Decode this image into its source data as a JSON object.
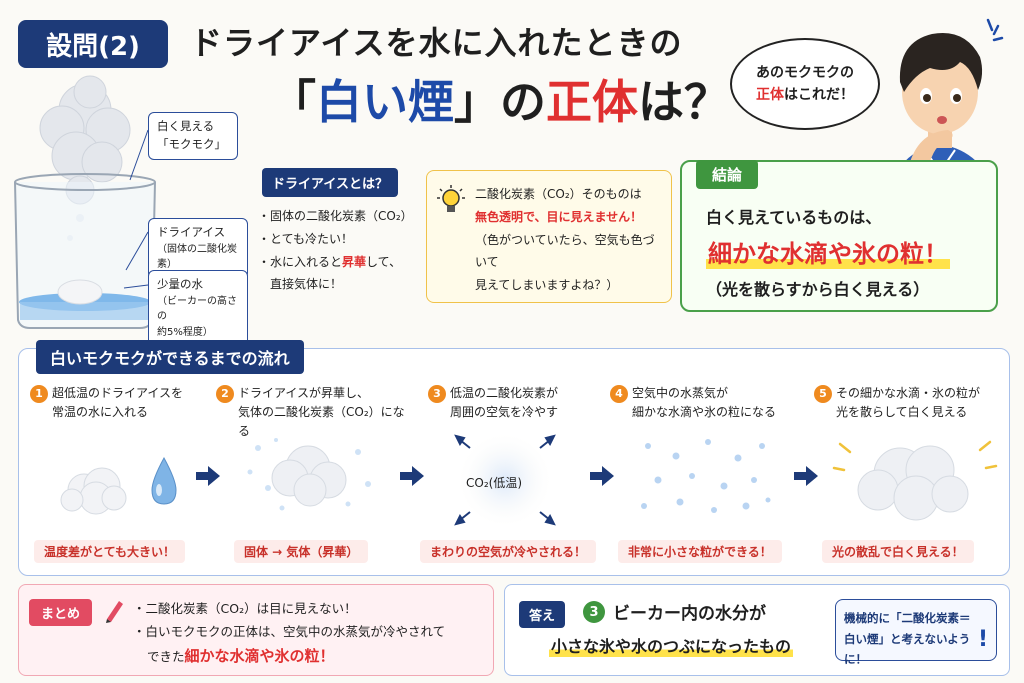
{
  "header": {
    "badge": "設問(2)",
    "title_line1": "ドライアイスを水に入れたときの",
    "title_q_open": "「",
    "title_q_word": "白い煙",
    "title_q_close": "」の",
    "title_red": "正体",
    "title_end": "は？"
  },
  "bubble": {
    "line1": "あのモクモクの",
    "line2_red": "正体",
    "line2_rest": "はこれだ！"
  },
  "beaker": {
    "callout1_line1": "白く見える",
    "callout1_line2": "「モクモク」",
    "callout2_line1": "ドライアイス",
    "callout2_line2": "（固体の二酸化炭素）",
    "callout3_line1": "少量の水",
    "callout3_line2": "（ビーカーの高さの",
    "callout3_line3": "約5%程度）"
  },
  "dry_ice": {
    "title": "ドライアイスとは？",
    "item1": "固体の二酸化炭素（CO₂）",
    "item2": "とても冷たい！",
    "item3_pre": "水に入れると",
    "item3_red": "昇華",
    "item3_post": "して、",
    "item3_line2": "直接気体に！"
  },
  "info": {
    "line1": "二酸化炭素（CO₂）そのものは",
    "line2_red": "無色透明で、目に見えません！",
    "line3": "（色がついていたら、空気も色づいて",
    "line4": "見えてしまいますよね？）"
  },
  "conclusion": {
    "badge": "結論",
    "line1": "白く見えているものは、",
    "line2": "細かな水滴や氷の粒！",
    "line3": "（光を散らすから白く見える）"
  },
  "flow": {
    "title": "白いモクモクができるまでの流れ",
    "steps": [
      {
        "num": "1",
        "line1": "超低温のドライアイスを",
        "line2": "常温の水に入れる",
        "pill": "温度差がとても大きい！"
      },
      {
        "num": "2",
        "line1": "ドライアイスが昇華し、",
        "line2": "気体の二酸化炭素（CO₂）になる",
        "pill": "固体 → 気体（昇華）"
      },
      {
        "num": "3",
        "line1": "低温の二酸化炭素が",
        "line2": "周囲の空気を冷やす",
        "pill": "まわりの空気が冷やされる！"
      },
      {
        "num": "4",
        "line1": "空気中の水蒸気が",
        "line2": "細かな水滴や氷の粒になる",
        "pill": "非常に小さな粒ができる！"
      },
      {
        "num": "5",
        "line1": "その細かな水滴・氷の粒が",
        "line2": "光を散らして白く見える",
        "pill": "光の散乱で白く見える！"
      }
    ],
    "co2_label": "CO₂(低温)"
  },
  "summary": {
    "badge": "まとめ",
    "line1": "二酸化炭素（CO₂）は目に見えない！",
    "line2": "白いモクモクの正体は、空気中の水蒸気が冷やされて",
    "line3_pre": "できた",
    "line3_red": "細かな水滴や氷の粒！"
  },
  "answer": {
    "badge": "答え",
    "num": "3",
    "line1": "ビーカー内の水分が",
    "line2": "小さな氷や水のつぶになったもの",
    "note_line1": "機械的に「二酸化炭素＝",
    "note_line2": "白い煙」と考えないように！",
    "note_mark": "!"
  },
  "colors": {
    "navy": "#1d3a78",
    "red": "#e03030",
    "green": "#3f963f",
    "orange": "#ef8a1f",
    "yellow": "#ffe24a"
  }
}
